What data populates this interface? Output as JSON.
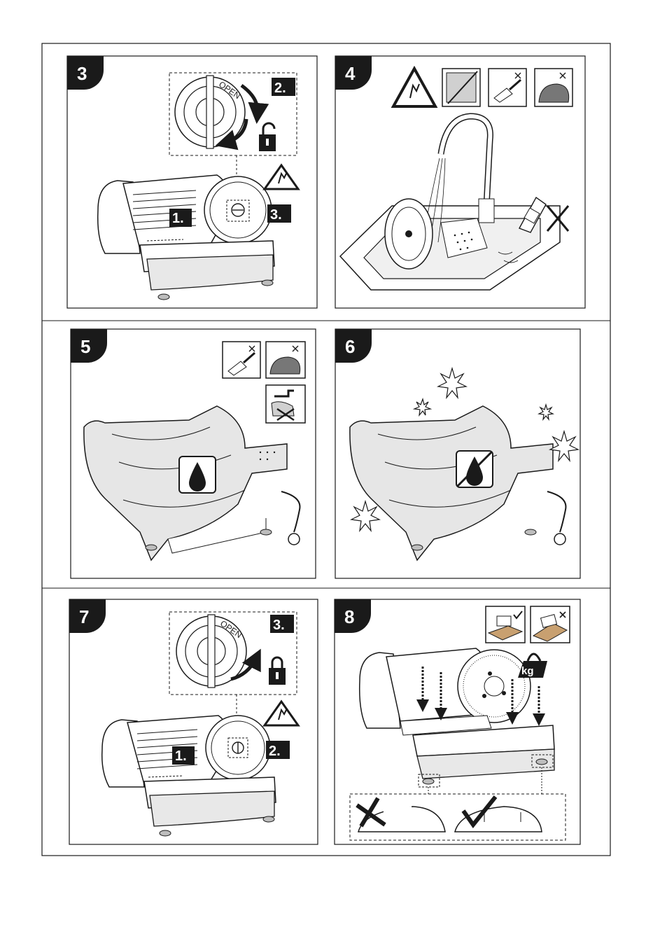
{
  "panels": {
    "p3": {
      "step": "3",
      "labels": {
        "l1": "1.",
        "l2": "2.",
        "l3": "3."
      },
      "open_text": "OPEN"
    },
    "p4": {
      "step": "4"
    },
    "p5": {
      "step": "5"
    },
    "p6": {
      "step": "6"
    },
    "p7": {
      "step": "7",
      "labels": {
        "l1": "1.",
        "l2": "2.",
        "l3": "3."
      },
      "open_text": "OPEN"
    },
    "p8": {
      "step": "8",
      "weight_label": "kg"
    }
  },
  "colors": {
    "line": "#1a1a1a",
    "badge": "#1a1a1a",
    "shade": "#bdbdbd",
    "cloth": "#e6e6e6"
  },
  "icons": {
    "warning": "blade-warning-icon",
    "dishwasher": "no-dishwasher-icon",
    "scraper": "no-scraper-icon",
    "scourer": "no-scourer-icon",
    "tap": "no-running-water-icon",
    "drop": "water-drop-icon",
    "no_drop": "no-water-drop-icon",
    "lock_open": "unlocked-padlock-icon",
    "lock_closed": "locked-padlock-icon",
    "check": "check-mark-icon",
    "cross": "cross-mark-icon"
  }
}
